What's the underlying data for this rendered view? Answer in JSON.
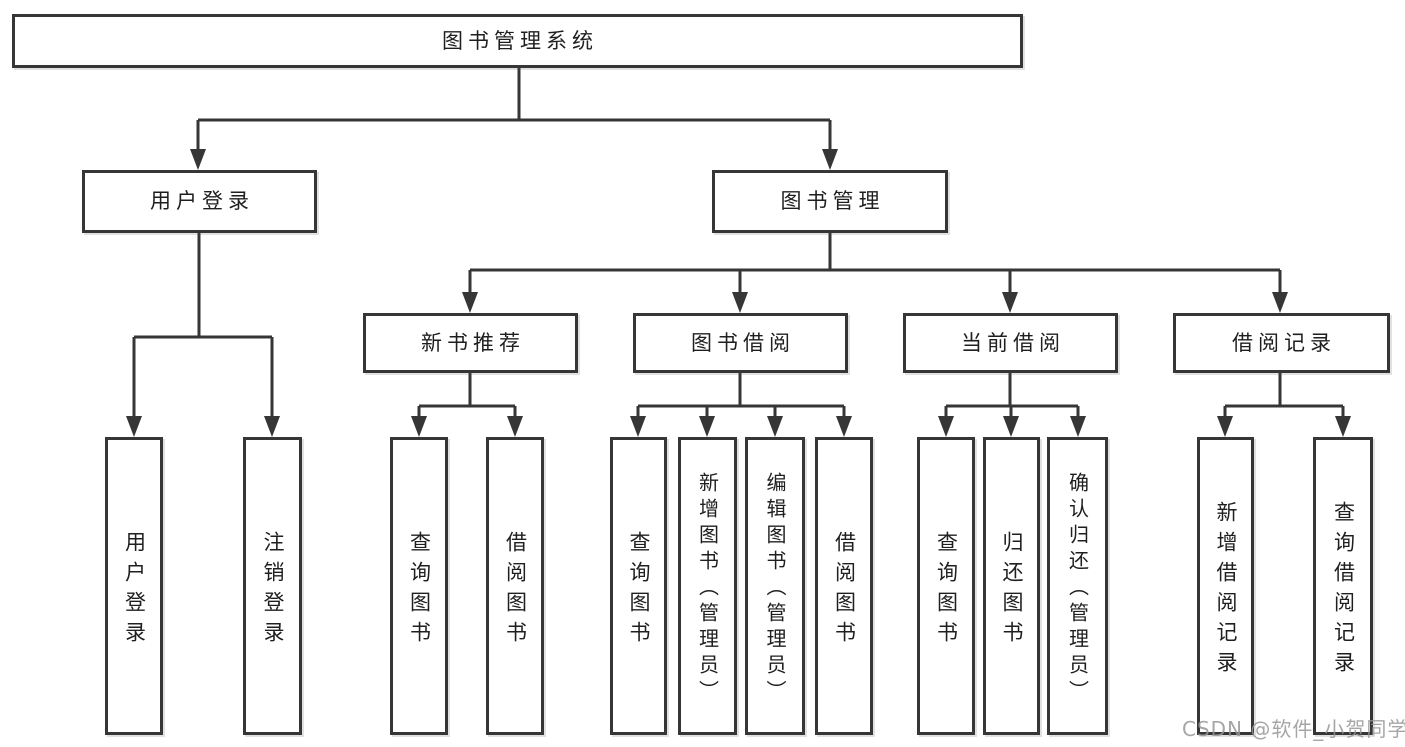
{
  "diagram": {
    "root": {
      "label": "图书管理系统"
    },
    "level2": [
      {
        "label": "用户登录"
      },
      {
        "label": "图书管理"
      }
    ],
    "level3": [
      {
        "label": "新书推荐"
      },
      {
        "label": "图书借阅"
      },
      {
        "label": "当前借阅"
      },
      {
        "label": "借阅记录"
      }
    ],
    "leaves": {
      "user_login": [
        {
          "label": "用户登录"
        },
        {
          "label": "注销登录"
        }
      ],
      "new_book_recommend": [
        {
          "label": "查询图书"
        },
        {
          "label": "借阅图书"
        }
      ],
      "book_borrowing": [
        {
          "label": "查询图书"
        },
        {
          "label": "新增图书（管理员）"
        },
        {
          "label": "编辑图书（管理员）"
        },
        {
          "label": "借阅图书"
        }
      ],
      "current_borrowing": [
        {
          "label": "查询图书"
        },
        {
          "label": "归还图书"
        },
        {
          "label": "确认归还（管理员）"
        }
      ],
      "borrowing_records": [
        {
          "label": "新增借阅记录"
        },
        {
          "label": "查询借阅记录"
        }
      ]
    },
    "watermark": "CSDN @软件_小贺同学",
    "colors": {
      "line": "#363636",
      "text": "#1f1f1f",
      "watermark": "#969696",
      "background": "#ffffff"
    }
  }
}
